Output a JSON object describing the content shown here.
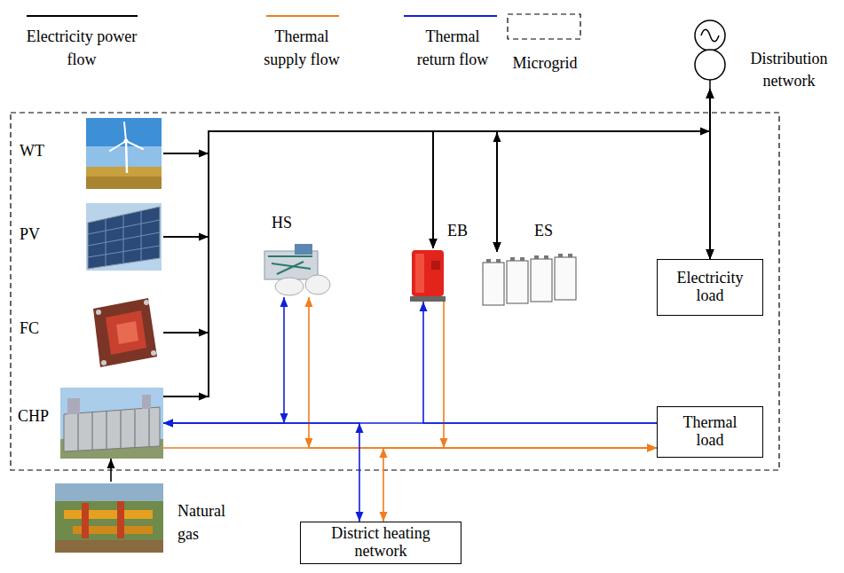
{
  "diagram": {
    "nodes": [
      {
        "text": [
          "Distribution network"
        ]
      },
      {
        "text": [
          "WT"
        ]
      },
      {
        "text": [
          "PV"
        ]
      },
      {
        "text": [
          "FC"
        ]
      },
      {
        "text": [
          "CHP"
        ]
      },
      {
        "text": [
          "HS"
        ]
      },
      {
        "text": [
          "EB"
        ]
      },
      {
        "text": [
          "ES"
        ]
      },
      {
        "text": [
          "Electricity load"
        ]
      },
      {
        "text": [
          "Thermal load"
        ]
      },
      {
        "text": [
          "Natural gas"
        ]
      },
      {
        "text": [
          "District heating network"
        ]
      }
    ],
    "edges": [
      {
        "from": 1,
        "to": 0,
        "arrow": "to"
      },
      {
        "from": 2,
        "to": 0,
        "arrow": "to"
      },
      {
        "from": 3,
        "to": 0,
        "arrow": "to"
      },
      {
        "from": 4,
        "to": 0,
        "arrow": "to"
      },
      {
        "from": 1,
        "to": 8,
        "arrow": "to"
      },
      {
        "from": 2,
        "to": 8,
        "arrow": "to"
      },
      {
        "from": 3,
        "to": 8,
        "arrow": "to"
      },
      {
        "from": 4,
        "to": 8,
        "arrow": "to"
      },
      {
        "from": 1,
        "to": 6,
        "arrow": "to"
      },
      {
        "from": 2,
        "to": 6,
        "arrow": "to"
      },
      {
        "from": 3,
        "to": 6,
        "arrow": "to"
      },
      {
        "from": 4,
        "to": 6,
        "arrow": "to"
      },
      {
        "from": 1,
        "to": 7,
        "arrow": "to"
      },
      {
        "from": 2,
        "to": 7,
        "arrow": "to"
      },
      {
        "from": 3,
        "to": 7,
        "arrow": "to"
      },
      {
        "from": 4,
        "to": 7,
        "arrow": "to"
      },
      {
        "from": 0,
        "to": 8,
        "arrow": "both"
      },
      {
        "from": 4,
        "to": 9,
        "arrow": "to"
      },
      {
        "from": 9,
        "to": 4,
        "arrow": "to"
      },
      {
        "from": 6,
        "to": 9,
        "arrow": "to"
      },
      {
        "from": 9,
        "to": 6,
        "arrow": "to"
      },
      {
        "from": 5,
        "to": 9,
        "arrow": "both"
      },
      {
        "from": 5,
        "to": 4,
        "arrow": "both"
      },
      {
        "from": 11,
        "to": 9,
        "arrow": "both"
      },
      {
        "from": 11,
        "to": 4,
        "arrow": "both"
      },
      {
        "from": 10,
        "to": 4,
        "arrow": "to"
      }
    ],
    "legend": [
      {
        "text": "Electricity power flow"
      },
      {
        "text": "Thermal supply flow"
      },
      {
        "text": "Thermal return flow"
      },
      {
        "text": "Microgrid"
      }
    ]
  }
}
